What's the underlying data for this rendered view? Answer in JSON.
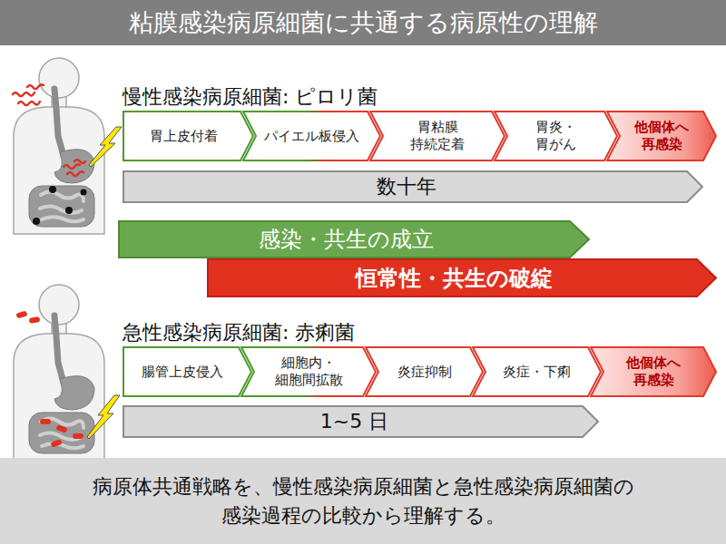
{
  "diagram": {
    "title": "粘膜感染病原細菌に共通する病原性の理解",
    "caption": "病原体共通戦略を、慢性感染病原細菌と急性感染病原細菌の 感染過程の比較から理解する。",
    "nodes": [
      {
        "text": [
          "胃上皮付着"
        ]
      },
      {
        "text": [
          "パイエル板侵入"
        ]
      },
      {
        "text": [
          "胃粘膜 持続定着"
        ]
      },
      {
        "text": [
          "胃炎・ 胃がん"
        ]
      },
      {
        "text": [
          "他個体へ 再感染"
        ]
      },
      {
        "text": [
          "数十年"
        ]
      },
      {
        "text": [
          "感染・共生の成立"
        ]
      },
      {
        "text": [
          "恒常性・共生の破綻"
        ]
      },
      {
        "text": [
          "腸管上皮侵入"
        ]
      },
      {
        "text": [
          "細胞内・ 細胞間拡散"
        ]
      },
      {
        "text": [
          "炎症抑制"
        ]
      },
      {
        "text": [
          "炎症・下痢"
        ]
      },
      {
        "text": [
          "他個体へ 再感染"
        ]
      },
      {
        "text": [
          "1~5 日"
        ]
      }
    ],
    "labels": [
      "慢性感染病原細菌: ピロリ菌",
      "急性感染病原細菌: 赤痢菌"
    ]
  }
}
